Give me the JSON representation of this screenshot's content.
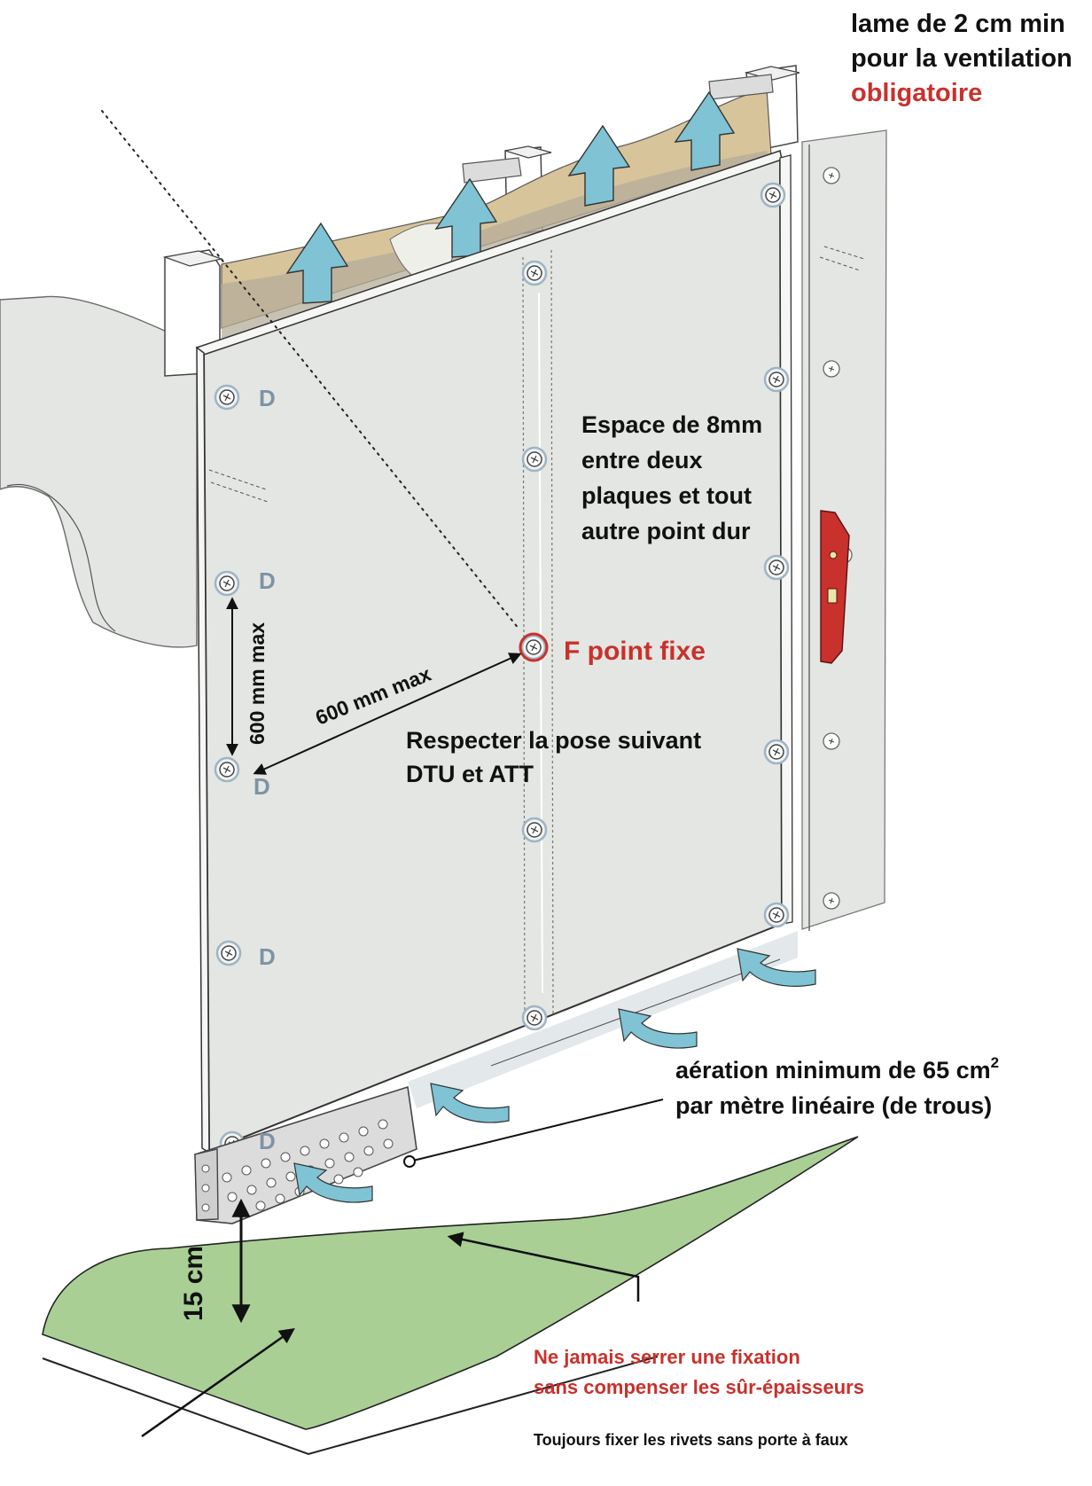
{
  "notes": {
    "ventilation_line1": "lame de 2 cm min",
    "ventilation_line2": "pour la ventilation",
    "ventilation_line3": "obligatoire",
    "spacing_line1": "Espace de 8mm",
    "spacing_line2": "entre deux",
    "spacing_line3": "plaques et tout",
    "spacing_line4": "autre point dur",
    "fixed_point": "F point fixe",
    "dim_horizontal": "600 mm max",
    "dim_vertical": "600 mm max",
    "dtu_line1": "Respecter la pose suivant",
    "dtu_line2": "DTU et ATT",
    "aeration_line1": "aération minimum de 65 cm",
    "aeration_sup": "2",
    "aeration_line2": "par mètre linéaire (de trous)",
    "height_dim": "15 cm",
    "warning_line1": "Ne jamais serrer une fixation",
    "warning_line2": "sans compenser les sûr-épaisseurs",
    "rivets_note": "Toujours fixer les rivets sans porte à faux",
    "sliding_marker": "D"
  },
  "colors": {
    "panel": "#e3e6e2",
    "panel_edge": "#f6f7f5",
    "insulation": "#d8c49a",
    "arrow_blue": "#7fc3d4",
    "ground_green": "#a9cf95",
    "accent_red": "#c8312c",
    "marker_blue_grey": "#7d93a5"
  },
  "icons": {
    "ventilation_arrow": "up-arrow-icon",
    "airflow_arrow": "curved-arrow-icon",
    "screw": "screw-icon",
    "spirit_level": "spirit-level-icon"
  }
}
